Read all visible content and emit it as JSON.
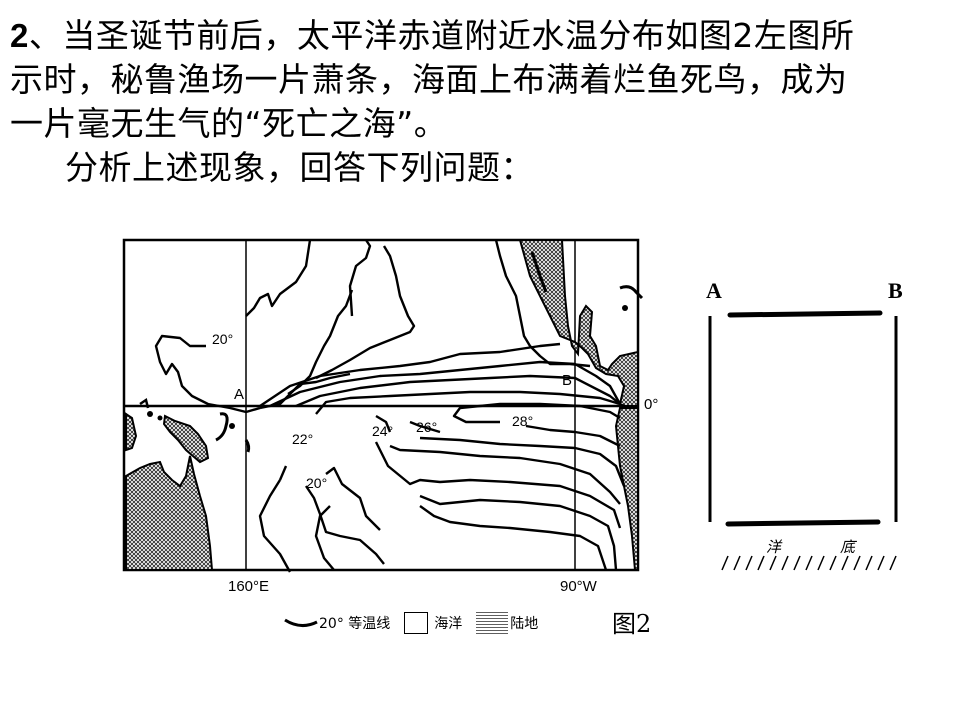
{
  "question": {
    "number": "2",
    "line1": "、当圣诞节前后，太平洋赤道附近水温分布如图2左图所",
    "line2": "示时，秘鲁渔场一片萧条，海面上布满着烂鱼死鸟，成为",
    "line3": "一片毫无生气的“死亡之海”。",
    "line4": "分析上述现象，回答下列问题："
  },
  "map": {
    "isotherm_labels": [
      "20°",
      "22°",
      "20°",
      "24°",
      "26°",
      "28°"
    ],
    "point_a": "A",
    "point_b": "B",
    "equator_label": "0°",
    "meridian_left_label": "160°E",
    "meridian_right_label": "90°W"
  },
  "legend": {
    "isotherm": "20° 等温线",
    "ocean": "海洋",
    "land": "陆地"
  },
  "figure_label": "图2",
  "cross_section": {
    "label_a": "A",
    "label_b": "B",
    "seabed_char1": "洋",
    "seabed_char2": "底",
    "seabed_hatch": "/ / / / / / / / / / / / / / /"
  },
  "colors": {
    "ink": "#000000",
    "paper": "#ffffff"
  }
}
